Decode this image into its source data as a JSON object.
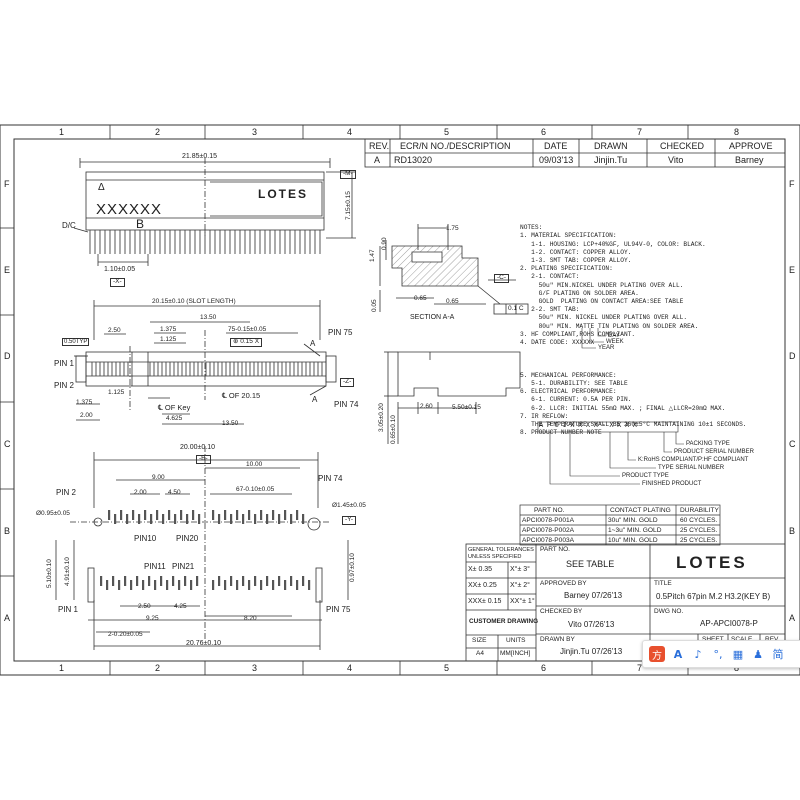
{
  "frame": {
    "col_numbers": [
      "1",
      "2",
      "3",
      "4",
      "5",
      "6",
      "7",
      "8"
    ],
    "row_letters": [
      "F",
      "E",
      "D",
      "C",
      "B",
      "A"
    ]
  },
  "revision_table": {
    "headers": [
      "REV.",
      "ECR/N NO./DESCRIPTION",
      "DATE",
      "DRAWN",
      "CHECKED",
      "APPROVE"
    ],
    "row": [
      "A",
      "RD13020",
      "09/03'13",
      "Jinjin.Tu",
      "Vito",
      "Barney"
    ]
  },
  "top_view": {
    "overall_width": "21.85±0.15",
    "datum_m": "-M-",
    "height_dim": "7.15±0.15",
    "triangle_mark": "Δ",
    "marking": "XXXXXX",
    "key_letter": "B",
    "dc_label": "D/C",
    "pitch_dim": "1.10±0.05",
    "datum_x": "-X-"
  },
  "section_view": {
    "dim_175": "1.75",
    "dim_090": "0.90",
    "dim_147": "1.47",
    "dim_005": "0.05",
    "dim_065a": "0.65",
    "dim_065b": "0.65",
    "datum_c": "-C-",
    "flatness": "0.1 C",
    "label": "SECTION A-A"
  },
  "side_view": {
    "dim_305": "3.05±0.20",
    "dim_065": "0.65±0.10",
    "dim_260": "2.60",
    "dim_550": "5.50±0.15"
  },
  "middle_view": {
    "slot_length": "20.15±0.10 (SLOT LENGTH)",
    "dim_1350a": "13.50",
    "dim_050typ": "0.50TYP",
    "dim_250": "2.50",
    "dim_1375": "1.375",
    "dim_75": "75-0.15±0.05",
    "dim_1125": "1.125",
    "gdt_box": "⊕ 0.15 X",
    "pin75": "PIN 75",
    "pin1": "PIN 1",
    "pin2": "PIN 2",
    "pin74": "PIN 74",
    "datum_z": "-Z-",
    "label_a": "A",
    "dim_1125b": "1.125",
    "dim_1375b": "1.375",
    "c_of_key": "℄ OF Key",
    "c_of_2015": "℄ OF 20.15",
    "dim_200": "2.00",
    "dim_462": "4.625",
    "dim_1350b": "13.50"
  },
  "bottom_view": {
    "dim_2000": "20.00±0.10",
    "datum_b": "-B-",
    "dim_1000": "10.00",
    "dim_900": "9.00",
    "dim_200": "2.00",
    "dim_450": "4.50",
    "dim_67": "67-0.10±0.05",
    "pin74": "PIN 74",
    "pin2": "PIN 2",
    "hole_left": "Ø0.95±0.05",
    "hole_right": "Ø1.45±0.05",
    "datum_y": "-Y-",
    "pin10": "PIN10",
    "pin20": "PIN20",
    "pin11": "PIN11",
    "pin21": "PIN21",
    "dim_510": "5.10±0.10",
    "dim_491": "4.91±0.10",
    "dim_097": "0.97±0.10",
    "pin1": "PIN 1",
    "pin75": "PIN 75",
    "dim_250": "2.50",
    "dim_425": "4.25",
    "dim_925": "9.25",
    "dim_820": "8.20",
    "dim_2": "2-0.20±0.05",
    "dim_2076": "20.76±0.10"
  },
  "notes": [
    "NOTES:",
    "1. MATERIAL SPECIFICATION:",
    "   1-1. HOUSING: LCP+40%GF, UL94V-0, COLOR: BLACK.",
    "   1-2. CONTACT: COPPER ALLOY.",
    "   1-3. SMT TAB: COPPER ALLOY.",
    "2. PLATING SPECIFICATION:",
    "   2-1. CONTACT:",
    "     50u\" MIN.NICKEL UNDER PLATING OVER ALL.",
    "     G/F PLATING ON SOLDER AREA.",
    "     GOLD  PLATING ON CONTACT AREA:SEE TABLE",
    "   2-2. SMT TAB:",
    "     50u\" MIN. NICKEL UNDER PLATING OVER ALL.",
    "     80u\" MIN. MATTE TIN PLATING ON SOLDER AREA.",
    "3. HF COMPLIANT,ROHS COMPLIANT.",
    "4. DATE CODE: XXXXXX",
    "",
    "",
    "",
    "5. MECHANICAL PERFORMANCE:",
    "   5-1. DURABILITY: SEE TABLE",
    "6. ELECTRICAL PERFORMANCE:",
    "   6-1. CURRENT: 0.5A PER PIN.",
    "   6-2. LLCR: INITIAL 55mΩ MAX. ; FINAL △LLCR=20mΩ MAX.",
    "7. IR REFLOW:",
    "   THE TEMPERATURE SHALL BE 260±5°C MAINTAINING 10±1 SECONDS.",
    "8. PRODUCT NUMBER NOTE"
  ],
  "date_code_labels": [
    "DAY",
    "WEEK",
    "YEAR"
  ],
  "part_number_boxes": [
    "A",
    "P",
    "C",
    "I",
    "X",
    "X",
    "X",
    "X",
    "-",
    "X",
    "X",
    "X",
    "X"
  ],
  "part_number_legend": [
    "PACKING TYPE",
    "PRODUCT SERIAL NUMBER",
    "K:RoHS COMPLIANT/P:HF COMPLIANT",
    "TYPE SERIAL NUMBER",
    "PRODUCT TYPE",
    "FINISHED PRODUCT"
  ],
  "plating_table": {
    "headers": [
      "PART NO.",
      "CONTACT PLATING",
      "DURABILITY"
    ],
    "rows": [
      [
        "APCI0078-P001A",
        "30u\" MIN. GOLD",
        "60 CYCLES."
      ],
      [
        "APCI0078-P002A",
        "1~3u\" MIN. GOLD",
        "25 CYCLES."
      ],
      [
        "APCI0078-P003A",
        "10u\" MIN. GOLD",
        "25 CYCLES."
      ]
    ]
  },
  "title_block": {
    "tolerance_title": "GENERAL TOLERANCES UNLESS SPECIFIED",
    "tolerances": [
      [
        "X± 0.35",
        "X°± 3°"
      ],
      [
        "XX± 0.25",
        "X°± 2°"
      ],
      [
        "XXX± 0.15",
        "XX°± 1°"
      ]
    ],
    "customer_drawing": "CUSTOMER DRAWING",
    "size_label": "SIZE",
    "size_value": "A4",
    "units_label": "UNITS",
    "units_value": "MM[INCH]",
    "part_no_label": "PART NO.",
    "part_no_value": "SEE TABLE",
    "logo": "LOTES",
    "approved_label": "APPROVED BY",
    "approved_value": "Barney  07/26'13",
    "title_label": "TITLE",
    "title_value": "0.5Pitch 67pin M.2 H3.2(KEY B)",
    "checked_label": "CHECKED BY",
    "checked_value": "Vito  07/26'13",
    "dwg_label": "DWG NO.",
    "dwg_value": "AP-APCI0078-P",
    "drawn_label": "DRAWN BY",
    "drawn_value": "Jinjin.Tu  07/26'13",
    "sheet_label": "SHEET",
    "scale_label": "SCALE",
    "rev_label": "REV"
  },
  "toolbar": {
    "items": [
      {
        "icon": "translate-icon",
        "glyph": "方"
      },
      {
        "icon": "text-a-icon",
        "glyph": "A"
      },
      {
        "icon": "mic-icon",
        "glyph": "♪"
      },
      {
        "icon": "punctuation-icon",
        "glyph": "°,"
      },
      {
        "icon": "keyboard-icon",
        "glyph": "▦"
      },
      {
        "icon": "skin-icon",
        "glyph": "♟"
      },
      {
        "icon": "more-icon",
        "glyph": "简"
      }
    ]
  }
}
